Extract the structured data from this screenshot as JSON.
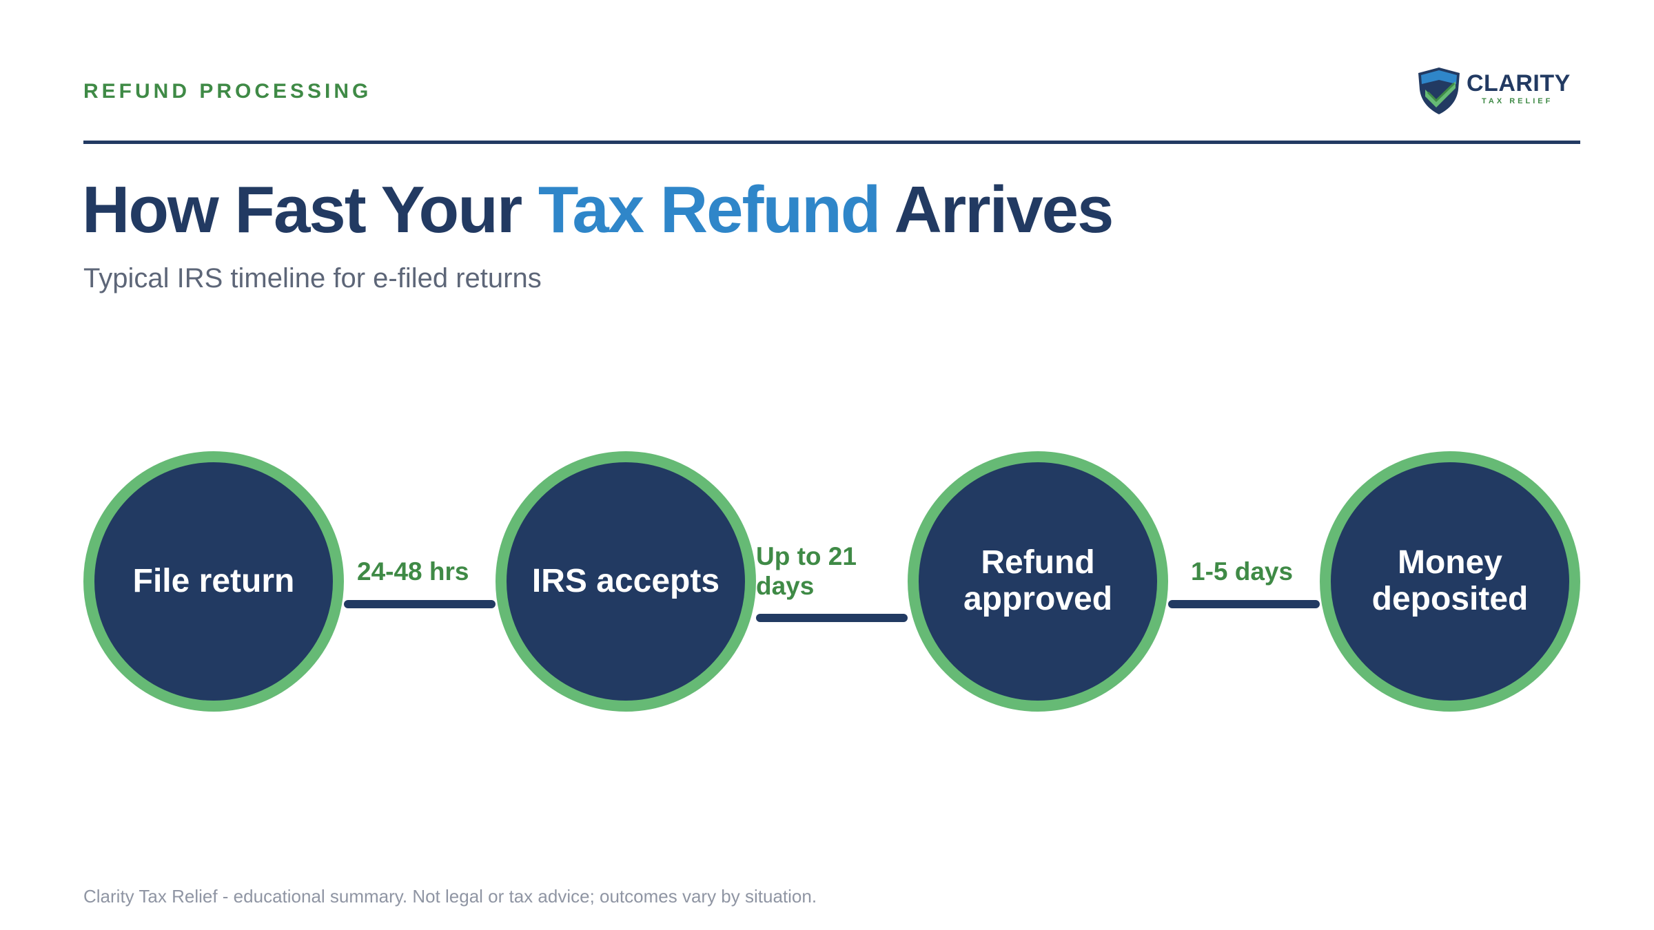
{
  "header": {
    "eyebrow": "REFUND PROCESSING",
    "logo": {
      "icon": "shield-check-icon",
      "name": "CLARITY",
      "tagline": "TAX RELIEF"
    }
  },
  "title": {
    "part1": "How Fast Your ",
    "accent": "Tax Refund",
    "part2": " Arrives"
  },
  "subtitle": "Typical IRS timeline for e-filed returns",
  "timeline": {
    "steps": [
      {
        "label": "File return"
      },
      {
        "label": "IRS accepts"
      },
      {
        "label": "Refund approved"
      },
      {
        "label": "Money deposited"
      }
    ],
    "durations": [
      {
        "label": "24-48 hrs"
      },
      {
        "label": "Up to 21 days"
      },
      {
        "label": "1-5 days"
      }
    ]
  },
  "footer": "Clarity Tax Relief - educational summary. Not legal or tax advice; outcomes vary by situation.",
  "colors": {
    "navy": "#223a62",
    "blue_accent": "#2f86c9",
    "green": "#3f8a46",
    "ring_green": "#66ba75",
    "muted_text": "#5d6678",
    "footer_text": "#8f95a3"
  }
}
